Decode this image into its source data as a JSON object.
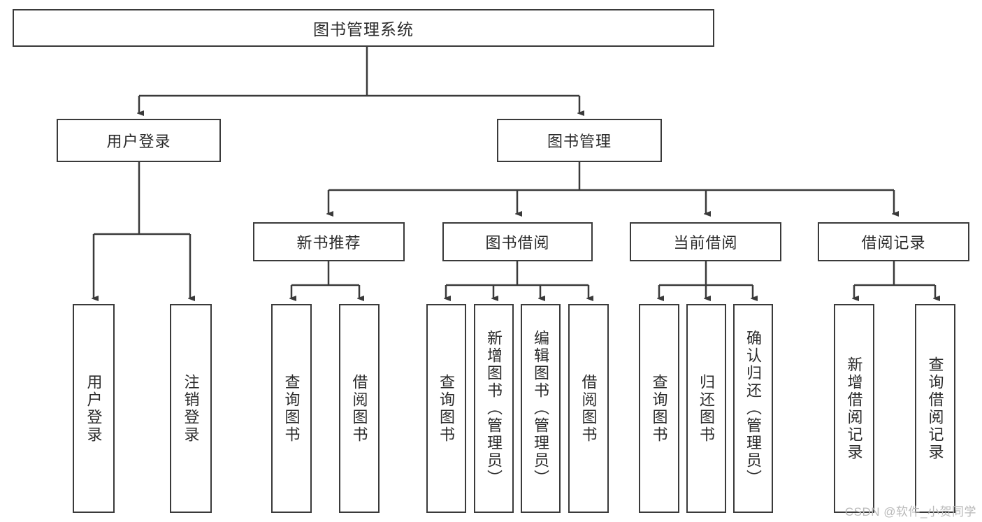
{
  "diagram": {
    "type": "tree",
    "title": "图书管理系统",
    "watermark": "CSDN @软件_小贺同学",
    "colors": {
      "border": "#3a3a3a",
      "background": "#ffffff",
      "text": "#2b2b2b",
      "watermark": "#b9b9b9"
    },
    "nodes": {
      "root": {
        "label": "图书管理系统"
      },
      "level2": [
        {
          "id": "user-login",
          "label": "用户登录"
        },
        {
          "id": "book-manage",
          "label": "图书管理"
        }
      ],
      "level3": [
        {
          "id": "new-book-recommend",
          "label": "新书推荐"
        },
        {
          "id": "book-borrow",
          "label": "图书借阅"
        },
        {
          "id": "current-borrow",
          "label": "当前借阅"
        },
        {
          "id": "borrow-record",
          "label": "借阅记录"
        }
      ],
      "leaves": {
        "user-login": [
          {
            "id": "leaf-user-login",
            "label": "用户登录"
          },
          {
            "id": "leaf-logout-login",
            "label": "注销登录"
          }
        ],
        "new-book-recommend": [
          {
            "id": "leaf-query-book-1",
            "label": "查询图书"
          },
          {
            "id": "leaf-borrow-book-1",
            "label": "借阅图书"
          }
        ],
        "book-borrow": [
          {
            "id": "leaf-query-book-2",
            "label": "查询图书"
          },
          {
            "id": "leaf-add-book",
            "label": "新增图书（管理员）"
          },
          {
            "id": "leaf-edit-book",
            "label": "编辑图书（管理员）"
          },
          {
            "id": "leaf-borrow-book-2",
            "label": "借阅图书"
          }
        ],
        "current-borrow": [
          {
            "id": "leaf-query-book-3",
            "label": "查询图书"
          },
          {
            "id": "leaf-return-book",
            "label": "归还图书"
          },
          {
            "id": "leaf-confirm-return",
            "label": "确认归还（管理员）"
          }
        ],
        "borrow-record": [
          {
            "id": "leaf-add-record",
            "label": "新增借阅记录"
          },
          {
            "id": "leaf-query-record",
            "label": "查询借阅记录"
          }
        ]
      }
    }
  }
}
